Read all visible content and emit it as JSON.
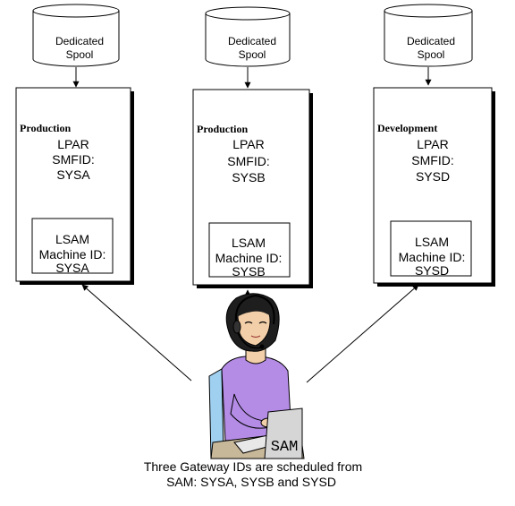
{
  "spool_label": {
    "line1": "Dedicated",
    "line2": "Spool"
  },
  "systems": [
    {
      "env": "Production",
      "lpar": [
        "LPAR",
        "SMFID:",
        "SYSA"
      ],
      "lsam": [
        "LSAM",
        "Machine ID:",
        "SYSA"
      ]
    },
    {
      "env": "Production",
      "lpar": [
        "LPAR",
        "SMFID:",
        "SYSB"
      ],
      "lsam": [
        "LSAM",
        "Machine ID:",
        "SYSB"
      ]
    },
    {
      "env": "Development",
      "lpar": [
        "LPAR",
        "SMFID:",
        "SYSD"
      ],
      "lsam": [
        "LSAM",
        "Machine ID:",
        "SYSD"
      ]
    }
  ],
  "operator": {
    "screen_label": "SAM"
  },
  "caption": {
    "line1": "Three Gateway IDs are scheduled from",
    "line2": "SAM: SYSA, SYSB and SYSD"
  },
  "colors": {
    "line": "#000000",
    "shirt": "#b48ce6",
    "skin": "#f2cfa8",
    "hair": "#1e1e1e",
    "screen": "#d6d6d6",
    "desk": "#c8b89a"
  }
}
